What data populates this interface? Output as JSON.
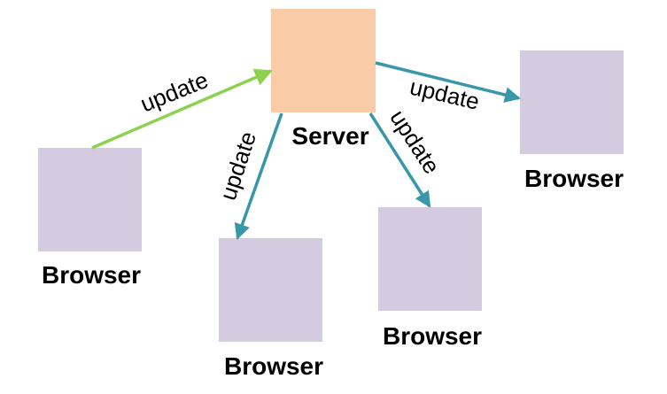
{
  "colors": {
    "server_fill": "#f9cba6",
    "browser_fill": "#d5cbe0",
    "incoming_arrow": "#8cd24e",
    "outgoing_arrow": "#3a97a9"
  },
  "nodes": {
    "server": {
      "label": "Server"
    },
    "browser_left": {
      "label": "Browser"
    },
    "browser_bottom_mid": {
      "label": "Browser"
    },
    "browser_bottom_right": {
      "label": "Browser"
    },
    "browser_right": {
      "label": "Browser"
    }
  },
  "edges": {
    "left_to_server": {
      "label": "update"
    },
    "server_to_bottom_mid": {
      "label": "update"
    },
    "server_to_bottom_right": {
      "label": "update"
    },
    "server_to_right": {
      "label": "update"
    }
  }
}
